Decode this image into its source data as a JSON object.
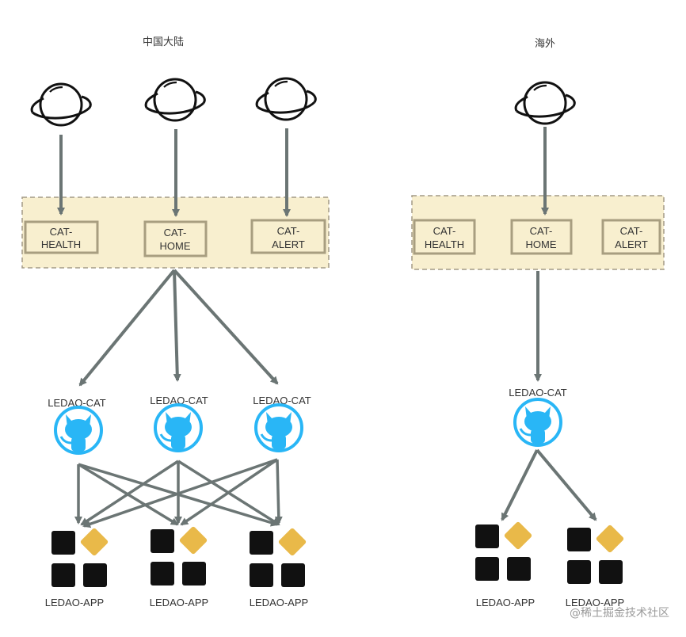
{
  "regions": {
    "china": {
      "title": "中国大陆"
    },
    "overseas": {
      "title": "海外"
    }
  },
  "services": {
    "health": {
      "line1": "CAT-",
      "line2": "HEALTH"
    },
    "home": {
      "line1": "CAT-",
      "line2": "HOME"
    },
    "alert": {
      "line1": "CAT-",
      "line2": "ALERT"
    }
  },
  "labels": {
    "cat_cluster": "LEDAO-CAT",
    "app": "LEDAO-APP"
  },
  "icons": {
    "client": "globe-icon",
    "cat_node": "github-octocat-icon",
    "app": "app-grid-icon"
  },
  "colors": {
    "arrow": "#6b7574",
    "zone_fill": "#f8efcf",
    "zone_border": "#a39a85",
    "box_border": "#a89e80",
    "octocat": "#29b6f6",
    "tile_black": "#111111",
    "tile_gold": "#e9b949"
  },
  "watermark": "@稀土掘金技术社区"
}
